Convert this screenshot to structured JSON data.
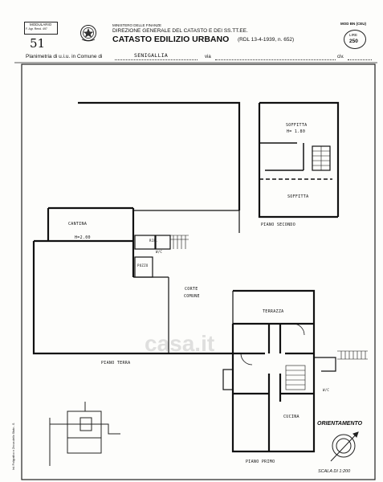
{
  "header": {
    "modulario_top": "MODULARIO",
    "modulario_sub": "F. Agr. Rend. 497",
    "hand_note": "51",
    "ministry": "MINISTERO DELLE FINANZE",
    "direction": "DIREZIONE GENERALE DEL CATASTO E DEI SS.TT.EE.",
    "title": "CATASTO EDILIZIO URBANO",
    "law": "(RDL 13-4-1939, n. 652)",
    "model": "MOD BN (CEU)",
    "lire_label": "LIRE",
    "lire_value": "250",
    "planimetria_text": "Planimetria di u.i.u. in Comune di",
    "comune": "SENIGALLIA",
    "via_label": "via",
    "civ_label": "civ."
  },
  "rooms": {
    "soffitta_top": "SOFFITTA",
    "soffitta_height": "H= 1.80",
    "soffitta_bottom": "SOFFITTA",
    "piano_secondo": "PIANO SECONDO",
    "cantina": "CANTINA",
    "cantina_height": "H=2.00",
    "rip": "RIP.",
    "wc": "W/C",
    "pozzo": "POZZO",
    "corte_comune_1": "CORTE",
    "corte_comune_2": "COMUNE",
    "piano_terra": "PIANO TERRA",
    "terrazza": "TERRAZZA",
    "cucina": "CUCINA",
    "wc_primo": "W/C",
    "piano_primo": "PIANO PRIMO"
  },
  "footer": {
    "orientamento": "ORIENTAMENTO",
    "scala": "SCALA DI 1:200",
    "watermark": "casa.it",
    "side_note": "Ist. Poligrafico e Zecca dello Stato - S."
  }
}
